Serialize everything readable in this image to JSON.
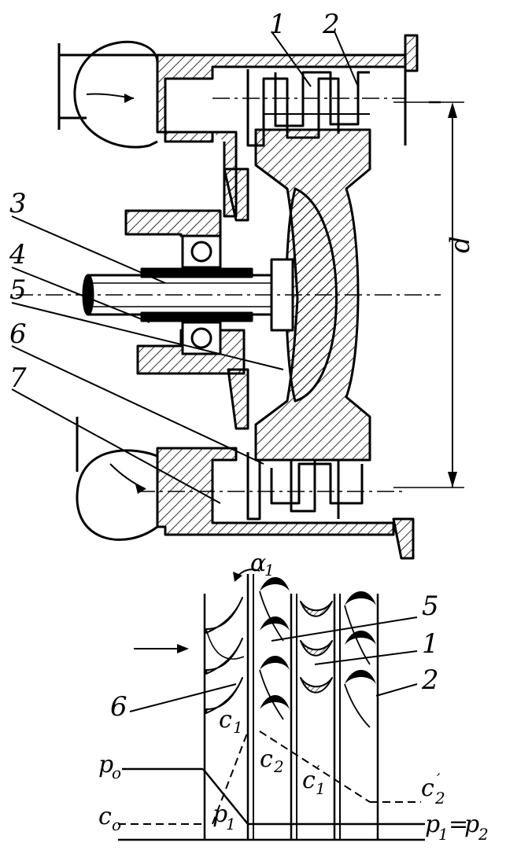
{
  "diagram": {
    "top_labels": {
      "part_1": "1",
      "part_2": "2",
      "part_3": "3",
      "part_4": "4",
      "part_5": "5",
      "part_6": "6",
      "part_7": "7",
      "diameter": "d"
    },
    "bottom_labels": {
      "alpha": "α",
      "alpha_sub": "1",
      "part_5": "5",
      "part_1": "1",
      "part_2": "2",
      "part_6": "6",
      "c1": "c",
      "c1_sub": "1",
      "c2": "c",
      "c2_sub": "2",
      "c1p": "c",
      "c1p_sub": "1",
      "c1p_prime": "′",
      "c2p": "c",
      "c2p_sub": "2",
      "c2p_prime": "′",
      "p0": "p",
      "p0_sub": "o",
      "c0": "c",
      "c0_sub": "o",
      "p1": "p",
      "p1_sub": "1",
      "p_eq_p1": "p",
      "p_eq_p1_sub": "1",
      "p_eq_sign": "=",
      "p_eq_p2": "p",
      "p_eq_p2_sub": "2"
    },
    "colors": {
      "ink": "#000000",
      "paper": "#ffffff"
    }
  }
}
